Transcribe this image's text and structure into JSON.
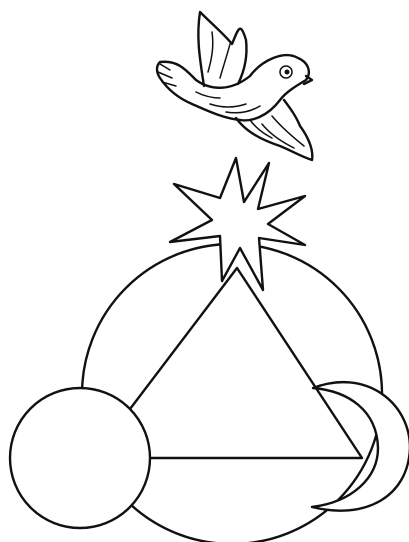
{
  "illustration": {
    "style": "black line drawing on white",
    "ink_color": "#111111",
    "background_color": "#ffffff",
    "elements": [
      "dove-icon",
      "eight-pointed-star-icon",
      "large-circle",
      "triangle",
      "sun-disc-icon",
      "crescent-moon-icon"
    ]
  }
}
